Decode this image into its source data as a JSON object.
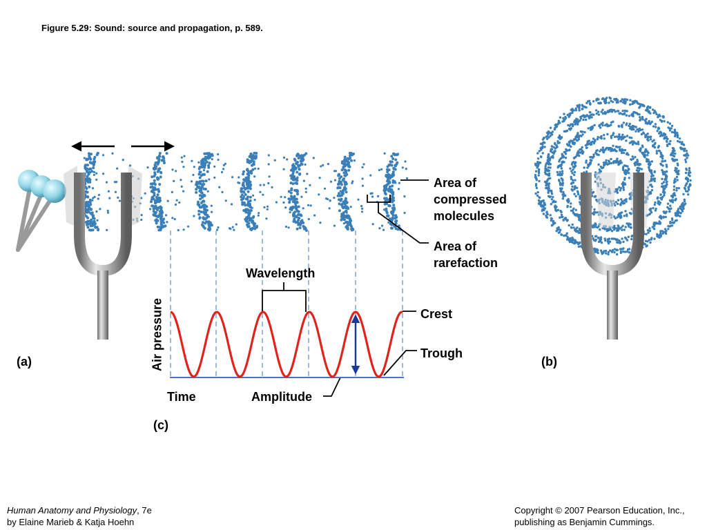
{
  "caption": "Figure 5.29:  Sound: source and propagation, p. 589.",
  "labels": {
    "compressed": "Area of\ncompressed\nmolecules",
    "rarefaction": "Area of\nrarefaction",
    "wavelength": "Wavelength",
    "crest": "Crest",
    "trough": "Trough",
    "air_pressure": "Air pressure",
    "time": "Time",
    "amplitude": "Amplitude"
  },
  "panels": {
    "a": "(a)",
    "b": "(b)",
    "c": "(c)"
  },
  "footer": {
    "book_title": "Human Anatomy and Physiology",
    "edition": ", 7e",
    "authors": "by Elaine Marieb & Katja Hoehn",
    "copyright_line1": "Copyright © 2007 Pearson Education, Inc.,",
    "copyright_line2": "publishing as Benjamin Cummings."
  },
  "colors": {
    "molecule": "#3a7fb8",
    "wave": "#e0231b",
    "axis": "#4a72c4",
    "arrow": "#1a3a9a",
    "fork": "#8e8e8e"
  },
  "icons": [
    "tuning-fork-icon",
    "double-arrow-icon"
  ]
}
